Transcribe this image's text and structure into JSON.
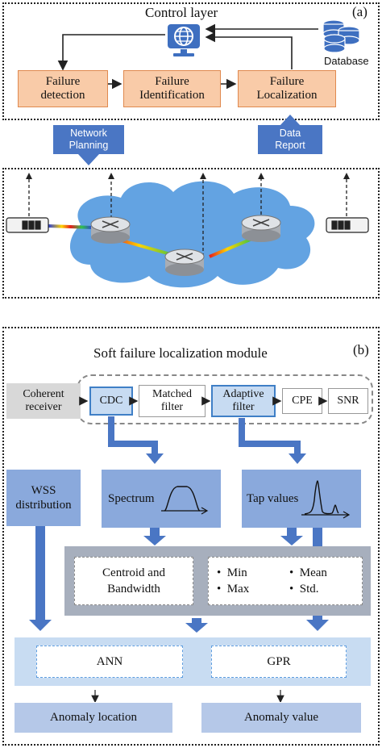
{
  "panel_a": {
    "label": "(a)",
    "title": "Control layer",
    "database_label": "Database",
    "modules": [
      "Failure\ndetection",
      "Failure\nIdentification",
      "Failure\nLocalization"
    ],
    "network_planning": "Network\nPlanning",
    "data_report": "Data\nReport"
  },
  "panel_b": {
    "label": "(b)",
    "title": "Soft failure localization module",
    "coherent_receiver": "Coherent\nreceiver",
    "chain": [
      "CDC",
      "Matched\nfilter",
      "Adaptive\nfilter",
      "CPE",
      "SNR"
    ],
    "wss": "WSS\ndistribution",
    "spectrum": "Spectrum",
    "tap_values": "Tap values",
    "centroid": "Centroid and\nBandwidth",
    "stats": [
      "Min",
      "Mean",
      "Max",
      "Std."
    ],
    "ann": "ANN",
    "gpr": "GPR",
    "anomaly_location": "Anomaly location",
    "anomaly_value": "Anomaly value"
  }
}
